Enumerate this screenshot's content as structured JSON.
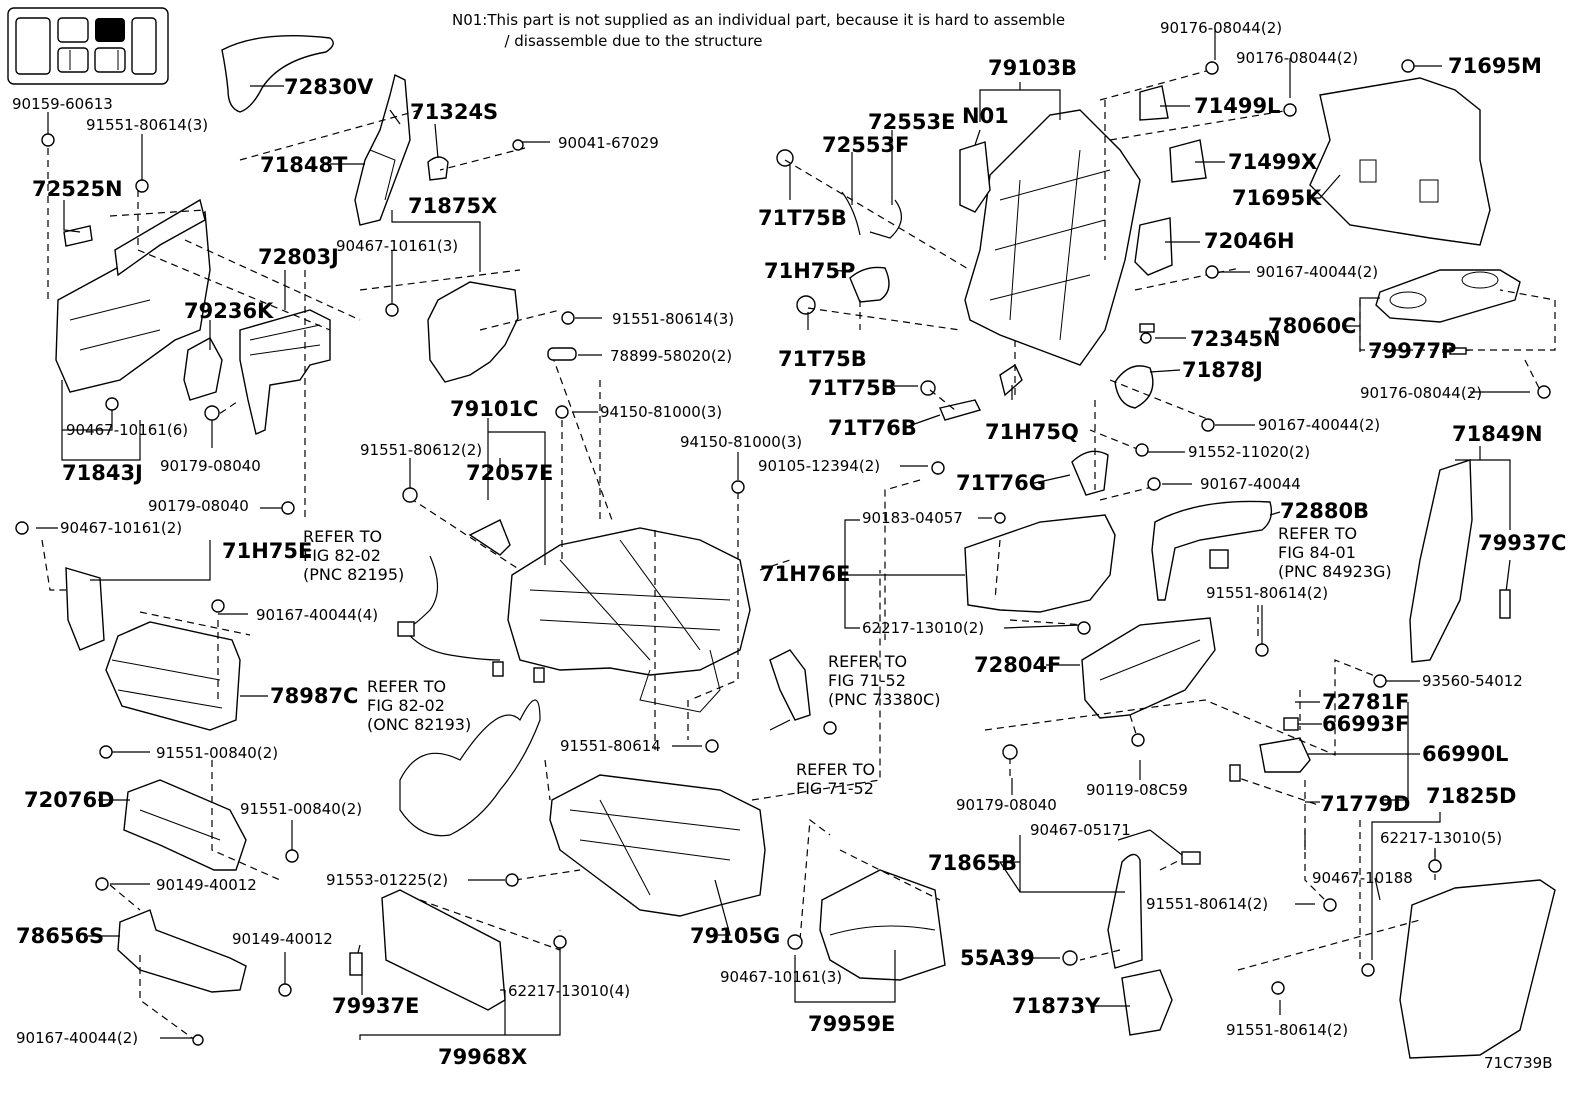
{
  "note": "N01:This part is not supplied as an individual part, because it is hard to assemble\n           / disassemble due to the structure",
  "figure_code": "71C739B",
  "refer_notes": {
    "r1": "REFER TO\nFIG 82-02\n(PNC 82195)",
    "r2": "REFER TO\nFIG 82-02\n(ONC 82193)",
    "r3": "REFER TO\nFIG 71-52\n(PNC 73380C)",
    "r4": "REFER TO\nFIG 71-52",
    "r5": "REFER TO\nFIG 84-01\n(PNC 84923G)"
  },
  "labels": {
    "l72830V": "72830V",
    "l90159_60613": "90159-60613",
    "l91551_80614_3a": "91551-80614(3)",
    "l71324S": "71324S",
    "l90041_67029": "90041-67029",
    "l71848T": "71848T",
    "l72525N": "72525N",
    "l71875X": "71875X",
    "l90467_10161_3a": "90467-10161(3)",
    "l72803J": "72803J",
    "l79236K": "79236K",
    "l91551_80614_3b": "91551-80614(3)",
    "l78899_58020_2": "78899-58020(2)",
    "l90467_10161_6": "90467-10161(6)",
    "l90179_08040a": "90179-08040",
    "l71843J": "71843J",
    "l79101C": "79101C",
    "l94150_81000_3a": "94150-81000(3)",
    "l94150_81000_3b": "94150-81000(3)",
    "l91551_80612_2": "91551-80612(2)",
    "l72057E": "72057E",
    "l90179_08040b": "90179-08040",
    "l90467_10161_2": "90467-10161(2)",
    "l71H75E": "71H75E",
    "l90167_40044_4": "90167-40044(4)",
    "l78987C": "78987C",
    "l91551_00840_2a": "91551-00840(2)",
    "l72076D": "72076D",
    "l91551_00840_2b": "91551-00840(2)",
    "l90149_40012a": "90149-40012",
    "l78656S": "78656S",
    "l90149_40012b": "90149-40012",
    "l90167_40044_2a": "90167-40044(2)",
    "l91553_01225_2": "91553-01225(2)",
    "l79937E": "79937E",
    "l62217_13010_4": "62217-13010(4)",
    "l79968X": "79968X",
    "l79105G": "79105G",
    "l90467_10161_3c": "90467-10161(3)",
    "l79959E": "79959E",
    "l91551_80614a": "91551-80614",
    "l79103B": "79103B",
    "lN01": "N01",
    "l72553E": "72553E",
    "l72553F": "72553F",
    "l71T75B_a": "71T75B",
    "l71H75P": "71H75P",
    "l71T75B_b": "71T75B",
    "l71T75B_c": "71T75B",
    "l71T76B": "71T76B",
    "l71H75Q": "71H75Q",
    "l90105_12394_2": "90105-12394(2)",
    "l71T76G": "71T76G",
    "l90167_40044b": "90167-40044",
    "l90183_04057": "90183-04057",
    "l71H76E": "71H76E",
    "l62217_13010_2": "62217-13010(2)",
    "l72880B": "72880B",
    "l90176_08044_2a": "90176-08044(2)",
    "l90176_08044_2b": "90176-08044(2)",
    "l71695M": "71695M",
    "l71499L": "71499L",
    "l71499X": "71499X",
    "l71695K": "71695K",
    "l72046H": "72046H",
    "l90167_40044_2b": "90167-40044(2)",
    "l72345N": "72345N",
    "l78060C": "78060C",
    "l79977P": "79977P",
    "l71878J": "71878J",
    "l90176_08044_2c": "90176-08044(2)",
    "l90167_40044_2c": "90167-40044(2)",
    "l91552_11020_2": "91552-11020(2)",
    "l71849N": "71849N",
    "l79937C": "79937C",
    "l91551_80614_2a": "91551-80614(2)",
    "l72804F": "72804F",
    "l93560_54012": "93560-54012",
    "l72781F": "72781F",
    "l66993F": "66993F",
    "l66990L": "66990L",
    "l90179_08040c": "90179-08040",
    "l90119_08C59": "90119-08C59",
    "l71779D": "71779D",
    "l71825D": "71825D",
    "l62217_13010_5": "62217-13010(5)",
    "l90467_05171": "90467-05171",
    "l71865B": "71865B",
    "l90467_10188": "90467-10188",
    "l91551_80614_2b": "91551-80614(2)",
    "l55A39": "55A39",
    "l71873Y": "71873Y",
    "l91551_80614_2c": "91551-80614(2)"
  }
}
